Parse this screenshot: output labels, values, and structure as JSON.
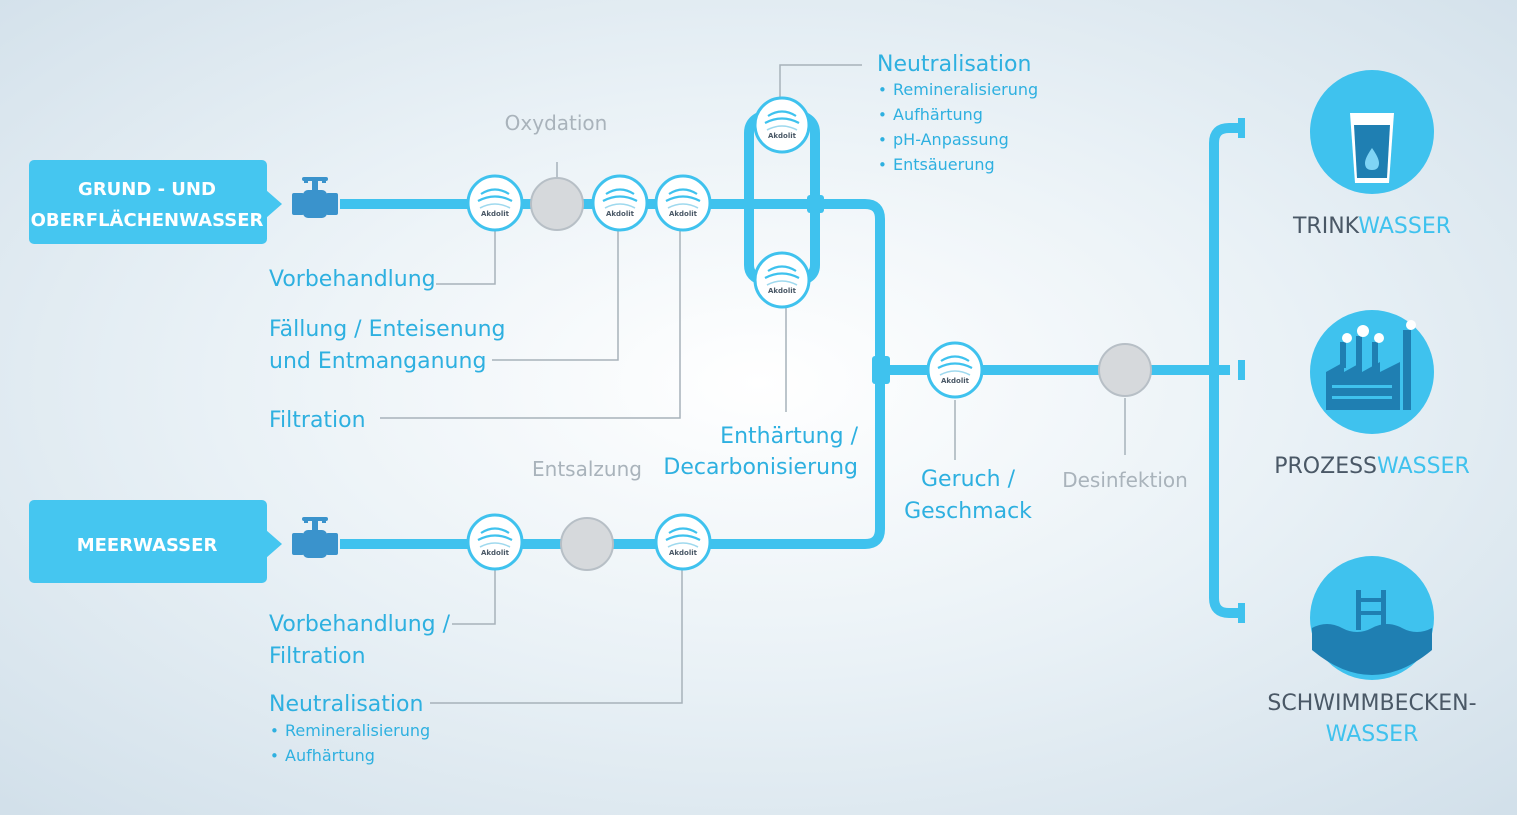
{
  "colors": {
    "pipe": "#3fc2ee",
    "source_box": "#45c6f0",
    "label_blue": "#2eb0e0",
    "label_gray": "#a9b3bb",
    "heading_dark": "#4a5866",
    "connector": "#a7b2ba",
    "valve": "#3a93cc",
    "grey_node": "#d6d9dc"
  },
  "sources": {
    "ground": {
      "line1": "GRUND - UND",
      "line2": "OBERFLÄCHENWASSER"
    },
    "sea": {
      "label": "MEERWASSER"
    }
  },
  "node_brand": "Akdolit",
  "steps": {
    "vorbehandlung": "Vorbehandlung",
    "faellung": {
      "line1": "Fällung / Enteisenung",
      "line2": "und Entmanganung"
    },
    "filtration": "Filtration",
    "oxydation": "Oxydation",
    "neutralisation_top": {
      "title": "Neutralisation",
      "items": [
        "Remineralisierung",
        "Aufhärtung",
        "pH-Anpassung",
        "Entsäuerung"
      ]
    },
    "enthaertung": {
      "line1": "Enthärtung /",
      "line2": "Decarbonisierung"
    },
    "entsalzung": "Entsalzung",
    "geruch": {
      "line1": "Geruch /",
      "line2": "Geschmack"
    },
    "desinfektion": "Desinfektion",
    "vorbehandlung_sea": {
      "line1": "Vorbehandlung /",
      "line2": "Filtration"
    },
    "neutralisation_bottom": {
      "title": "Neutralisation",
      "items": [
        "Remineralisierung",
        "Aufhärtung"
      ]
    }
  },
  "outputs": {
    "trink": {
      "prefix": "TRINK",
      "suffix": "WASSER",
      "icon": "glass-icon"
    },
    "prozess": {
      "prefix": "PROZESS",
      "suffix": "WASSER",
      "icon": "factory-icon"
    },
    "schwimm": {
      "line1": "SCHWIMMBECKEN-",
      "line2": "WASSER",
      "icon": "pool-ladder-icon"
    }
  }
}
